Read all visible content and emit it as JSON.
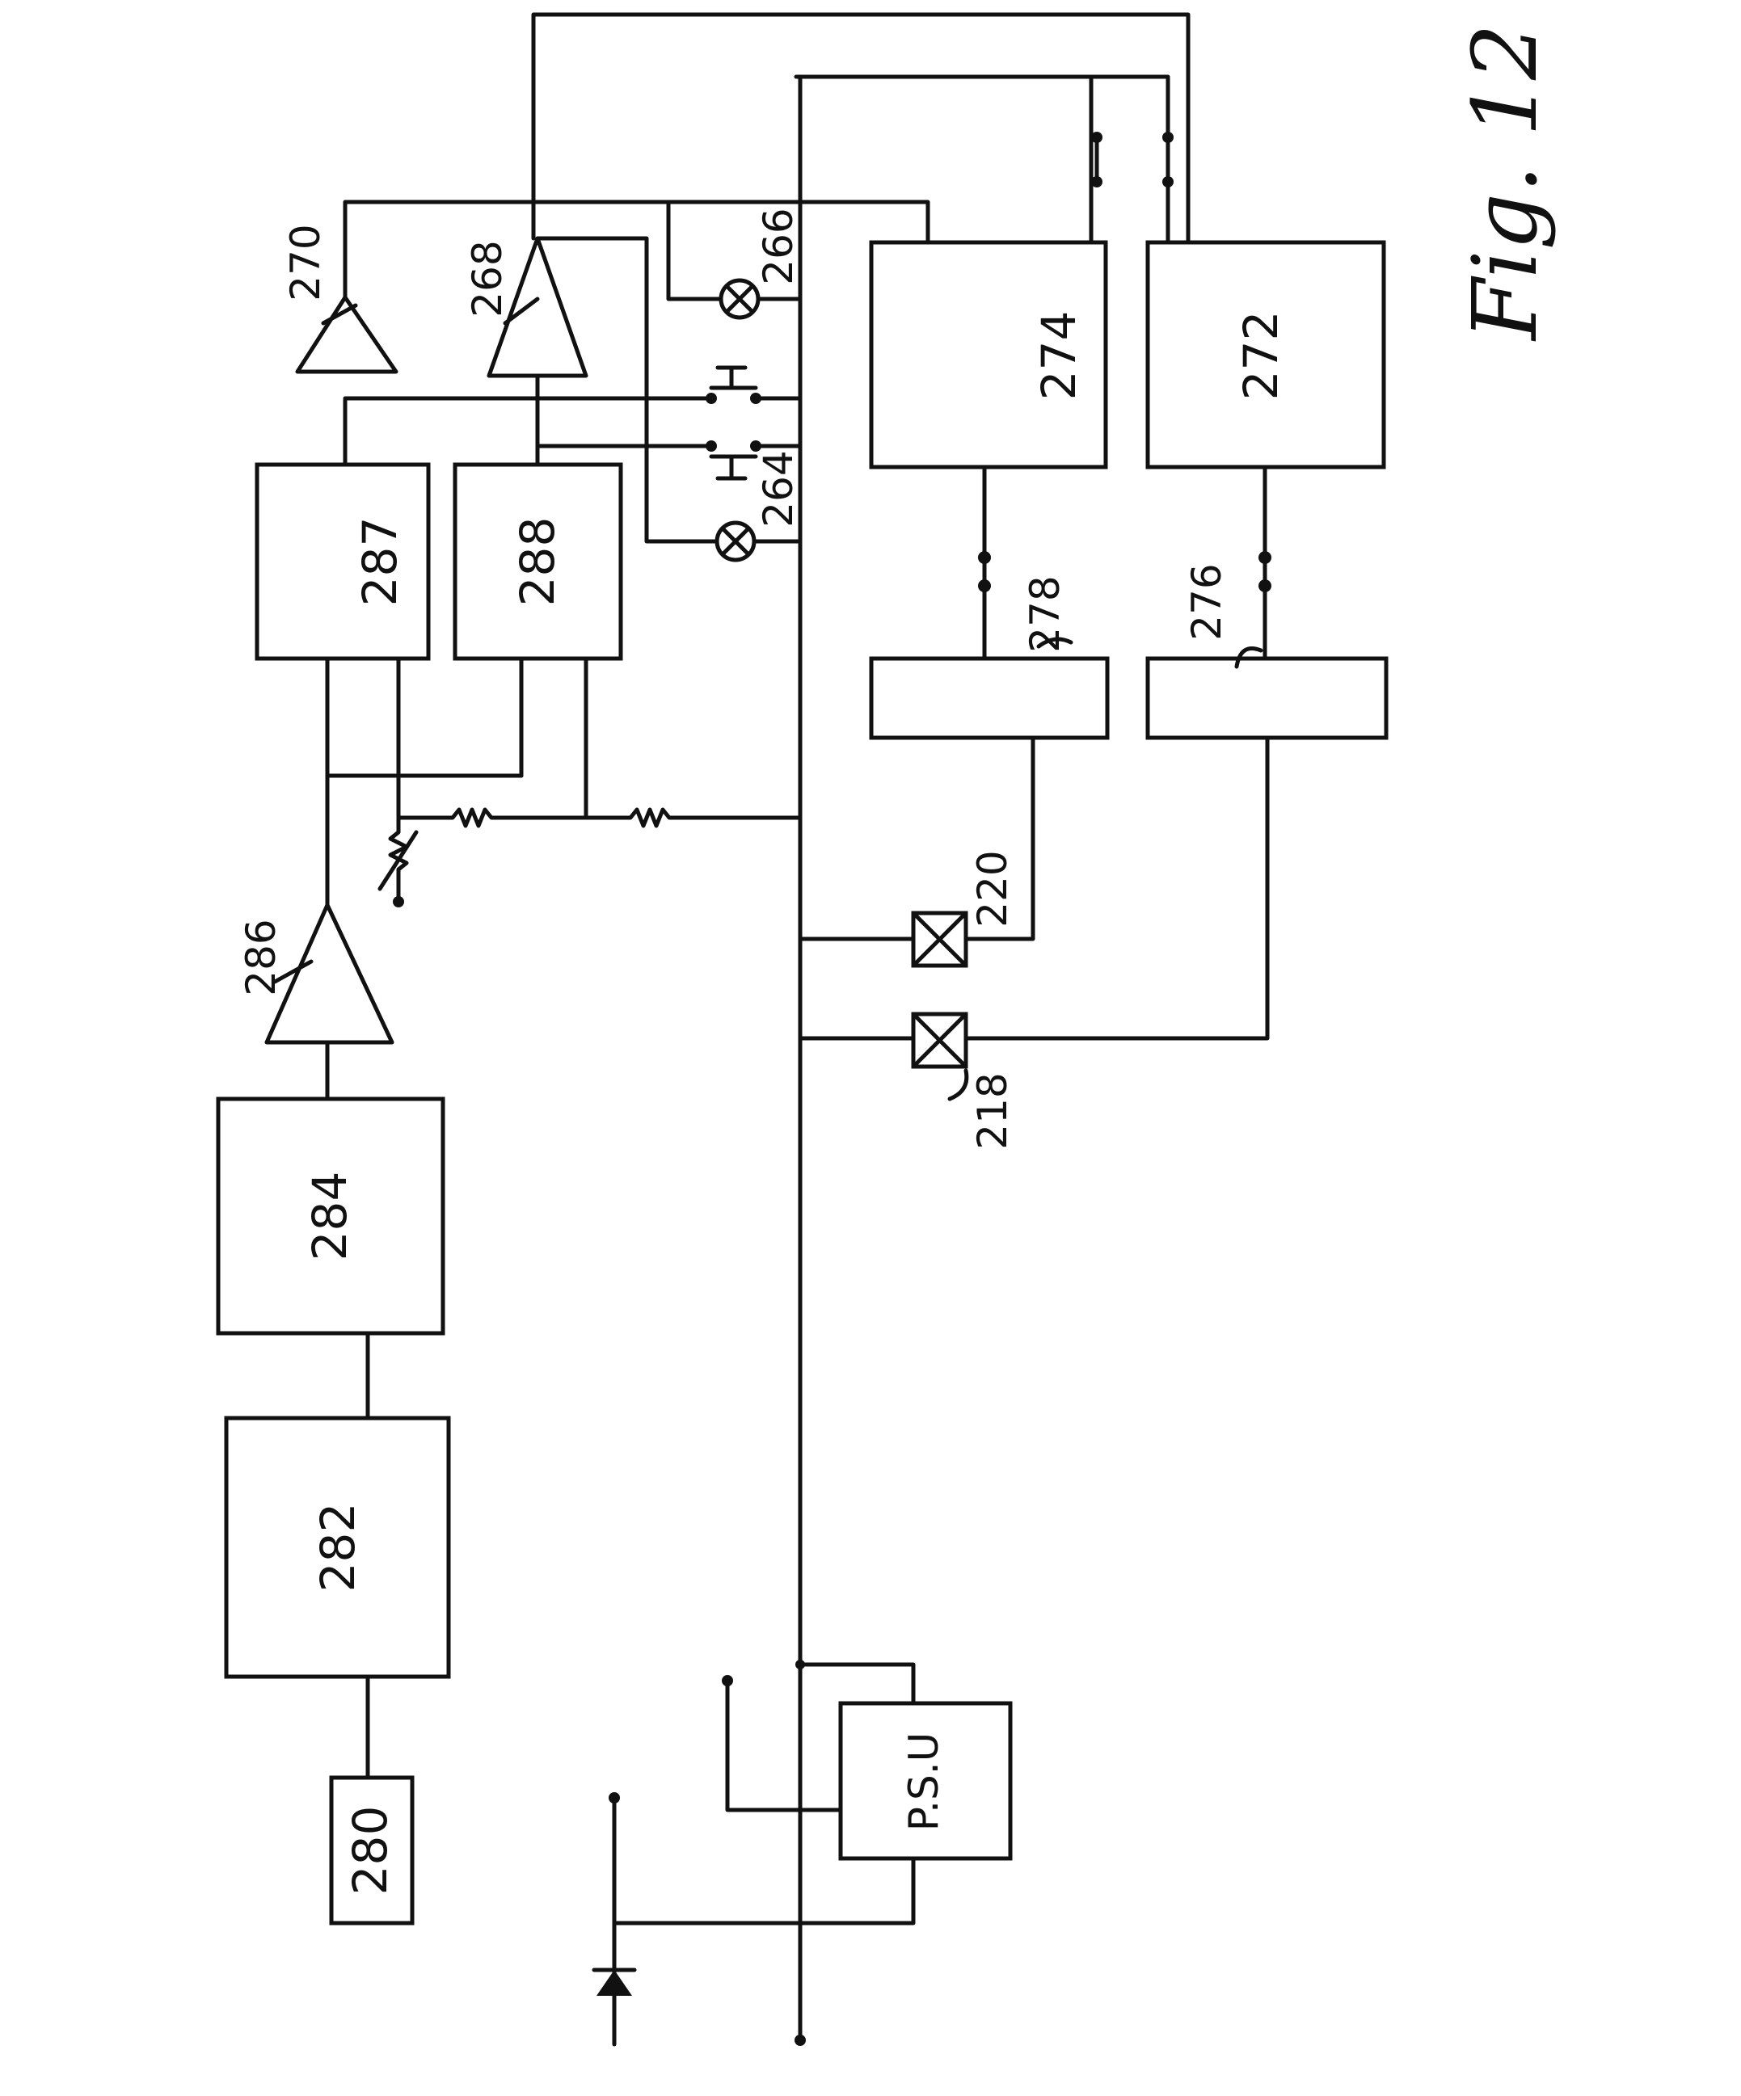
{
  "figure_label": "Fig. 12",
  "blocks": {
    "b280": "280",
    "b282": "282",
    "b284": "284",
    "b287": "287",
    "b288": "288",
    "b272": "272",
    "b274": "274",
    "b276": "276",
    "b278": "278",
    "psu": "P.S.U"
  },
  "amplifiers": {
    "a286": "286",
    "a268": "268",
    "a270": "270"
  },
  "lamps": {
    "l264": "264",
    "l266": "266"
  },
  "connectors": {
    "c218": "218",
    "c220": "220"
  }
}
